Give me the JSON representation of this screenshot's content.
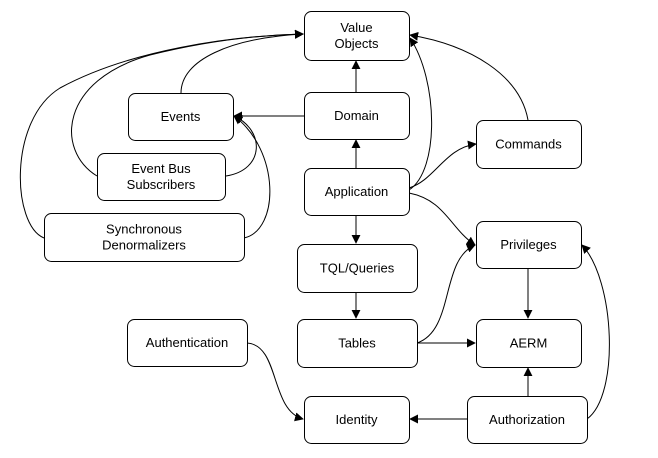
{
  "diagram": {
    "nodes": [
      {
        "id": "value-objects",
        "lines": [
          "Value",
          "Objects"
        ]
      },
      {
        "id": "events",
        "lines": [
          "Events"
        ]
      },
      {
        "id": "domain",
        "lines": [
          "Domain"
        ]
      },
      {
        "id": "commands",
        "lines": [
          "Commands"
        ]
      },
      {
        "id": "event-bus-subscribers",
        "lines": [
          "Event Bus",
          "Subscribers"
        ]
      },
      {
        "id": "application",
        "lines": [
          "Application"
        ]
      },
      {
        "id": "synchronous-denormalizers",
        "lines": [
          "Synchronous",
          "Denormalizers"
        ]
      },
      {
        "id": "tql-queries",
        "lines": [
          "TQL/Queries"
        ]
      },
      {
        "id": "privileges",
        "lines": [
          "Privileges"
        ]
      },
      {
        "id": "authentication",
        "lines": [
          "Authentication"
        ]
      },
      {
        "id": "tables",
        "lines": [
          "Tables"
        ]
      },
      {
        "id": "aerm",
        "lines": [
          "AERM"
        ]
      },
      {
        "id": "identity",
        "lines": [
          "Identity"
        ]
      },
      {
        "id": "authorization",
        "lines": [
          "Authorization"
        ]
      }
    ],
    "edges": [
      {
        "from": "domain",
        "to": "value-objects"
      },
      {
        "from": "events",
        "to": "value-objects"
      },
      {
        "from": "event-bus-subscribers",
        "to": "value-objects"
      },
      {
        "from": "synchronous-denormalizers",
        "to": "value-objects"
      },
      {
        "from": "commands",
        "to": "value-objects"
      },
      {
        "from": "application",
        "to": "value-objects"
      },
      {
        "from": "domain",
        "to": "events"
      },
      {
        "from": "event-bus-subscribers",
        "to": "events"
      },
      {
        "from": "synchronous-denormalizers",
        "to": "events"
      },
      {
        "from": "application",
        "to": "domain"
      },
      {
        "from": "application",
        "to": "commands"
      },
      {
        "from": "application",
        "to": "privileges"
      },
      {
        "from": "application",
        "to": "tql-queries"
      },
      {
        "from": "tql-queries",
        "to": "tables"
      },
      {
        "from": "tables",
        "to": "privileges"
      },
      {
        "from": "tables",
        "to": "aerm"
      },
      {
        "from": "privileges",
        "to": "aerm"
      },
      {
        "from": "authorization",
        "to": "aerm"
      },
      {
        "from": "authorization",
        "to": "privileges"
      },
      {
        "from": "authorization",
        "to": "identity"
      },
      {
        "from": "authentication",
        "to": "identity"
      }
    ]
  }
}
